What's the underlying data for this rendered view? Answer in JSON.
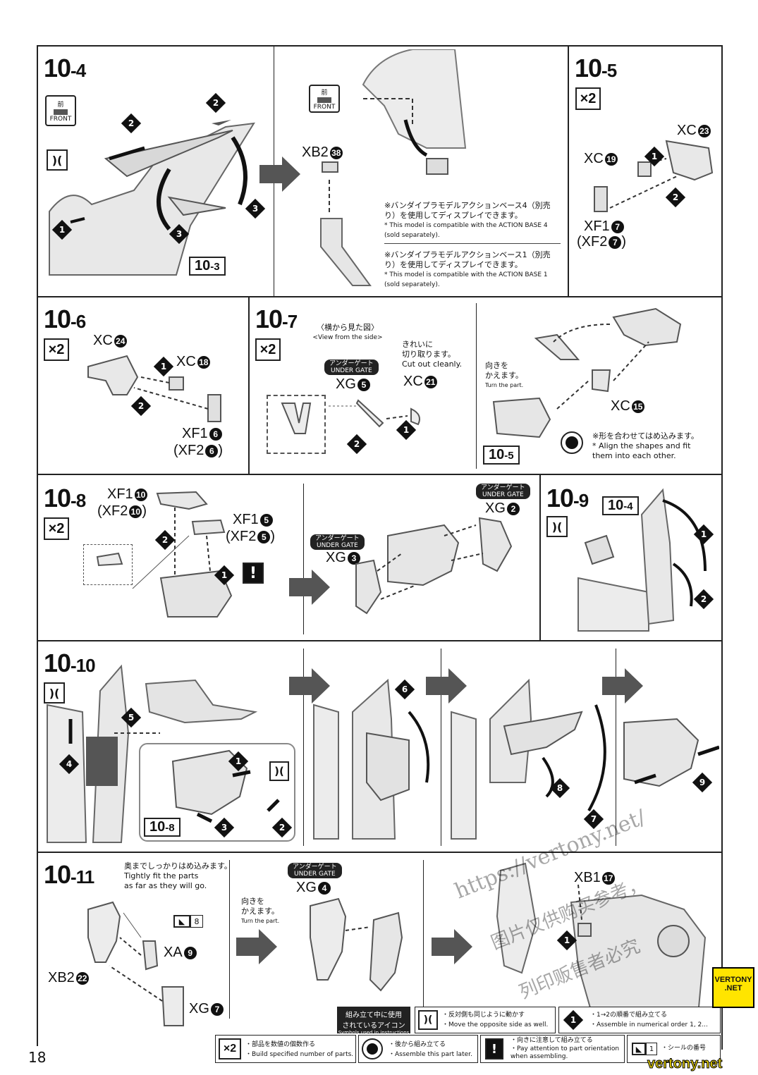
{
  "page": {
    "number": "18"
  },
  "steps": {
    "s10_4": {
      "main": "10",
      "sub": "-4",
      "front_jp": "前",
      "front_en": "FRONT",
      "ref": "10-3",
      "ref_main": "10",
      "ref_sub": "-3",
      "part": "XB2",
      "part_num": "38",
      "note1_jp": "※バンダイプラモデルアクションベース4（別売り）を使用してディスプレイできます。",
      "note1_en": "* This model is compatible with the ACTION BASE 4 (sold separately).",
      "note2_jp": "※バンダイプラモデルアクションベース1（別売り）を使用してディスプレイできます。",
      "note2_en": "* This model is compatible with the ACTION BASE 1 (sold separately)."
    },
    "s10_5": {
      "main": "10",
      "sub": "-5",
      "mult": "×2",
      "p1": "XC",
      "p1n": "23",
      "p2": "XC",
      "p2n": "19",
      "p3": "XF1",
      "p3n": "7",
      "p4": "(XF2",
      "p4n": "7",
      "p4c": ")"
    },
    "s10_6": {
      "main": "10",
      "sub": "-6",
      "mult": "×2",
      "p1": "XC",
      "p1n": "24",
      "p2": "XC",
      "p2n": "18",
      "p3": "XF1",
      "p3n": "6",
      "p4": "(XF2",
      "p4n": "6",
      "p4c": ")"
    },
    "s10_7": {
      "main": "10",
      "sub": "-7",
      "mult": "×2",
      "view_jp": "〈横から見た図〉",
      "view_en": "<View from the side>",
      "gate_jp": "アンダーゲート",
      "gate_en": "UNDER GATE",
      "g1": "XG",
      "g1n": "5",
      "cut_jp1": "きれいに",
      "cut_jp2": "切り取ります。",
      "cut_en": "Cut out cleanly.",
      "p1": "XC",
      "p1n": "21",
      "turn_jp1": "向きを",
      "turn_jp2": "かえます。",
      "turn_en": "Turn the part.",
      "p2": "XC",
      "p2n": "15",
      "align_jp": "※形を合わせてはめ込みます。",
      "align_en1": "* Align the shapes and fit",
      "align_en2": "them into each other.",
      "ref_main": "10",
      "ref_sub": "-5"
    },
    "s10_8": {
      "main": "10",
      "sub": "-8",
      "mult": "×2",
      "p1": "XF1",
      "p1n": "10",
      "p2": "(XF2",
      "p2n": "10",
      "p2c": ")",
      "p3": "XF1",
      "p3n": "5",
      "p4": "(XF2",
      "p4n": "5",
      "p4c": ")",
      "warn": "!",
      "gate_jp": "アンダーゲート",
      "gate_en": "UNDER GATE",
      "g1": "XG",
      "g1n": "3",
      "g2": "XG",
      "g2n": "2"
    },
    "s10_9": {
      "main": "10",
      "sub": "-9",
      "ref_main": "10",
      "ref_sub": "-4"
    },
    "s10_10": {
      "main": "10",
      "sub": "-10",
      "ref_main": "10",
      "ref_sub": "-8"
    },
    "s10_11": {
      "main": "10",
      "sub": "-11",
      "tight_jp": "奥までしっかりはめ込みます。",
      "tight_en1": "Tightly fit the parts",
      "tight_en2": "as far as they will go.",
      "sticker": "8",
      "p1": "XA",
      "p1n": "9",
      "p2": "XB2",
      "p2n": "22",
      "p3": "XG",
      "p3n": "7",
      "gate_jp": "アンダーゲート",
      "gate_en": "UNDER GATE",
      "g1": "XG",
      "g1n": "4",
      "turn_jp1": "向きを",
      "turn_jp2": "かえます。",
      "turn_en": "Turn the part.",
      "p4": "XB1",
      "p4n": "17"
    },
    "seq": {
      "n1": "1",
      "n2": "2",
      "n3": "3",
      "n4": "4",
      "n5": "5",
      "n6": "6",
      "n7": "7",
      "n8": "8",
      "n9": "9"
    }
  },
  "legend": {
    "title_jp1": "組み立て中に使用",
    "title_jp2": "されているアイコン",
    "title_en": "Symbols used in instructions",
    "opp_jp": "・反対側も同じように動かす",
    "opp_en": "・Move the opposite side as well.",
    "order_jp": "・1→2の順番で組み立てる",
    "order_en": "・Assemble in numerical order 1, 2...",
    "mult_jp": "・部品を数値の個数作る",
    "mult_en": "・Build specified number of parts.",
    "later_jp": "・後から組み立てる",
    "later_en": "・Assemble this part later.",
    "orient_jp": "・向きに注意して組み立てる",
    "orient_en1": "・Pay attention to part orientation",
    "orient_en2": "when assembling.",
    "sticker_jp": "・シールの番号",
    "sticker_num": "1"
  },
  "watermark": {
    "url": "https://vertony.net/",
    "cn1": "图片仅供购买参考，",
    "cn2": "列印贩售者必究",
    "logo1": "VERTONY",
    "logo2": ".NET",
    "footer": "vertony.net"
  }
}
